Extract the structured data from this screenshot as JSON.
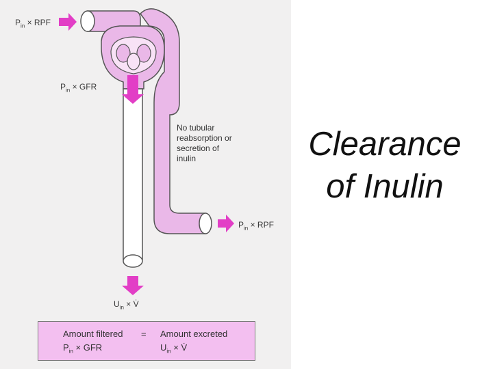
{
  "title_line1": "Clearance",
  "title_line2": "of Inulin",
  "labels": {
    "top_p": "P",
    "top_sub": "in",
    "top_rest": " × RPF",
    "gfr_p": "P",
    "gfr_sub": "in",
    "gfr_rest": " × GFR",
    "out_p": "P",
    "out_sub": "in",
    "out_rest": " × RPF",
    "u_u": "U",
    "u_sub": "in",
    "u_rest": " × V̇",
    "note": "No tubular reabsorption or secretion of inulin"
  },
  "equation": {
    "left_line1": "Amount filtered",
    "eq_sign": "=",
    "right_line1": "Amount excreted",
    "left_p": "P",
    "left_sub": "in",
    "left_rest": " × GFR",
    "right_u": "U",
    "right_sub": "in",
    "right_rest": " × V̇"
  },
  "colors": {
    "tubule": "#eab8e8",
    "arrow": "#e23ec6",
    "background": "#f1f0f0"
  }
}
